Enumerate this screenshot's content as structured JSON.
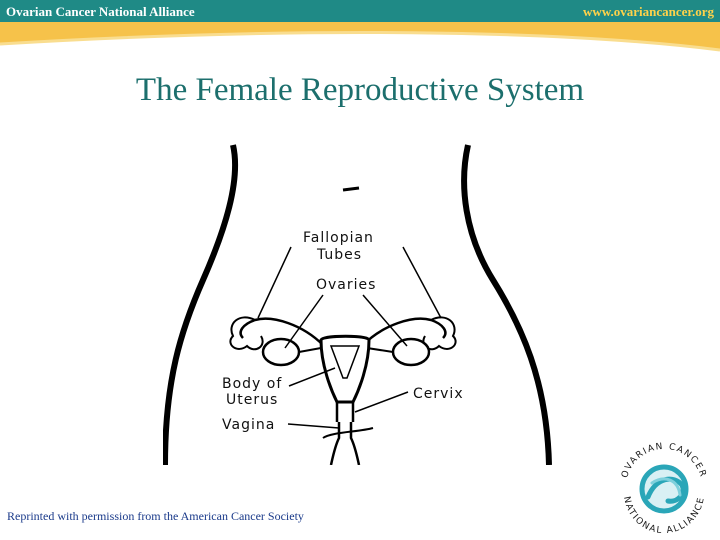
{
  "header": {
    "org_name": "Ovarian Cancer National Alliance",
    "website": "www.ovariancancer.org"
  },
  "slide": {
    "title": "The Female Reproductive System"
  },
  "diagram": {
    "labels": {
      "fallopian_line1": "Fallopian",
      "fallopian_line2": "Tubes",
      "ovaries": "Ovaries",
      "body_line1": "Body of",
      "body_line2": "Uterus",
      "cervix": "Cervix",
      "vagina": "Vagina"
    }
  },
  "footer": {
    "credit": "Reprinted with permission from the American Cancer Society"
  },
  "logo": {
    "text_top": "OVARIAN CANCER",
    "text_bottom": "NATIONAL ALLIANCE"
  },
  "colors": {
    "header_teal": "#1f8a86",
    "header_gold": "#ffd24a",
    "title_teal": "#1c6f6d",
    "logo_teal": "#2aa6b8"
  }
}
